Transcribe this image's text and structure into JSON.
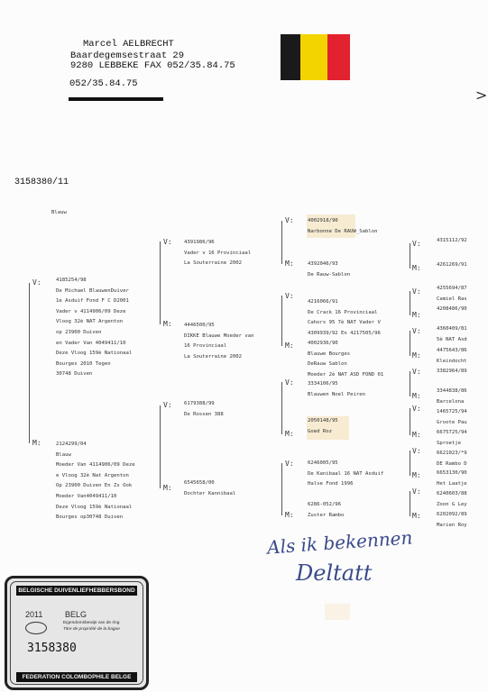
{
  "header": {
    "name": "Marcel AELBRECHT",
    "street": "Baardegemsestraat 29",
    "city": "9280  LEBBEKE FAX 052/35.84.75",
    "phone": "052/35.84.75"
  },
  "flag_colors": [
    "#1a1a1a",
    "#f4d400",
    "#e2232f"
  ],
  "arrow": ">",
  "ring": "3158380/11",
  "color": "Blauw",
  "marks": {
    "v": "V:",
    "m": "M:"
  },
  "subject": {
    "father": {
      "ring": "4185254/98",
      "lines": [
        "De Michael BlauwenDuiver",
        "1e Asduif Fond F C D2001",
        "Vader v 4114906/09 Deze",
        "Vloog 32è NAT Argenton",
        "op 23900 Duiven",
        "en Vader Van 4049411/10",
        "Deze Vloog 159è Nationaal",
        "Bourges 2010 Tegen",
        "30748 Duiven"
      ]
    },
    "mother": {
      "ring": "2124299/04",
      "lines": [
        "Blauw",
        "Moeder Van 4114906/09 Deze",
        "e Vloog 32è Nat Argenton",
        "Op 23900 Duiven En Zs Ook",
        "",
        "Moeder Van4049411/10",
        "Deze Vloog 159è Nationaal",
        "Bourges op30748 Duiven"
      ]
    }
  },
  "grand": {
    "ff": {
      "ring": "4391986/96",
      "lines": [
        "Vader v 16 Provinciaal",
        "La Souterraine 2002"
      ]
    },
    "fm": {
      "ring": "4446500/95",
      "lines": [
        "DIKKE Blauwe Moeder van",
        "16 Provinciaal",
        "La Souterraine 2002"
      ]
    },
    "mf": {
      "ring": "6179388/99",
      "lines": [
        "De Rossen 388"
      ]
    },
    "mm": {
      "ring": "6545658/00",
      "lines": [
        "Dochter Kannibaal"
      ]
    }
  },
  "great": {
    "fff": {
      "ring": "4002918/90",
      "lines": [
        "Narbonne De RAUW_Sablon"
      ]
    },
    "ffm": {
      "ring": "4392046/93",
      "lines": [
        "De Rauw-Sablon"
      ]
    },
    "fmf": {
      "ring": "4216066/91",
      "lines": [
        "De Crack 16 Provinciaal",
        "Cahors 95 7è NAT Vader V",
        "4309939/92 En 4217505/96"
      ]
    },
    "fmm": {
      "ring": "4002936/90",
      "lines": [
        "Blauwe Bourges",
        "DeRauw Sablon",
        "Moeder 2è NAT ASD FOND 01"
      ]
    },
    "mff": {
      "ring": "3334106/95",
      "lines": [
        "Blauwen Noel Peiren"
      ]
    },
    "mfm": {
      "ring": "2050148/95",
      "lines": [
        "Goed Roz"
      ]
    },
    "mmf": {
      "ring": "6246005/95",
      "lines": [
        "De Kanibaal 16 NAT Asduif",
        "Halve Fond 1996"
      ]
    },
    "mmm": {
      "ring": "6286-052/96",
      "lines": [
        "Zuster Rambo"
      ]
    }
  },
  "gen4": [
    {
      "ring": "4315112/92",
      "lines": []
    },
    {
      "ring": "4261269/91",
      "lines": []
    },
    {
      "ring": "4255694/87",
      "lines": [
        "Camiel Ras"
      ]
    },
    {
      "ring": "4208486/90",
      "lines": []
    },
    {
      "ring": "4360409/81",
      "lines": [
        "5è NAT Asd"
      ]
    },
    {
      "ring": "4475643/86",
      "lines": [
        "Kleindocht"
      ]
    },
    {
      "ring": "3382964/89",
      "lines": []
    },
    {
      "ring": "3344838/86",
      "lines": [
        "Barcelona"
      ]
    },
    {
      "ring": "1465725/94",
      "lines": [
        "Groote Pau"
      ]
    },
    {
      "ring": "6675725/94",
      "lines": [
        "Sproetje"
      ]
    },
    {
      "ring": "6621023/*9",
      "lines": [
        "DE Rambo D"
      ]
    },
    {
      "ring": "6653130/90",
      "lines": [
        "Het Laatje"
      ]
    },
    {
      "ring": "6240603/88",
      "lines": [
        "Zoon G Ley"
      ]
    },
    {
      "ring": "6202092/89",
      "lines": [
        "Marien Roy"
      ]
    }
  ],
  "signature": {
    "line1": "Als ik bekennen",
    "line2": "Deltatt"
  },
  "card": {
    "org_nl": "BELGISCHE DUIVENLIEFHEBBERSBOND",
    "year": "2011",
    "country": "BELG",
    "text_nl": "Eigendomsbewijs van de ring",
    "text_fr": "Titre de propriété de la bague",
    "number": "3158380",
    "org_fr": "FEDERATION COLOMBOPHILE BELGE"
  }
}
